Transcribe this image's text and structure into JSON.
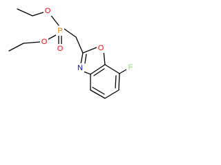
{
  "molecule": {
    "atoms": {
      "p": "P",
      "o_top": "O",
      "o_left": "O",
      "o_double": "O",
      "o_ring": "O",
      "n_ring": "N",
      "f": "F"
    }
  },
  "colors": {
    "bond": "#000000",
    "P": "#ff8000",
    "O": "#ff0000",
    "N": "#0000ff",
    "F": "#90e050"
  }
}
